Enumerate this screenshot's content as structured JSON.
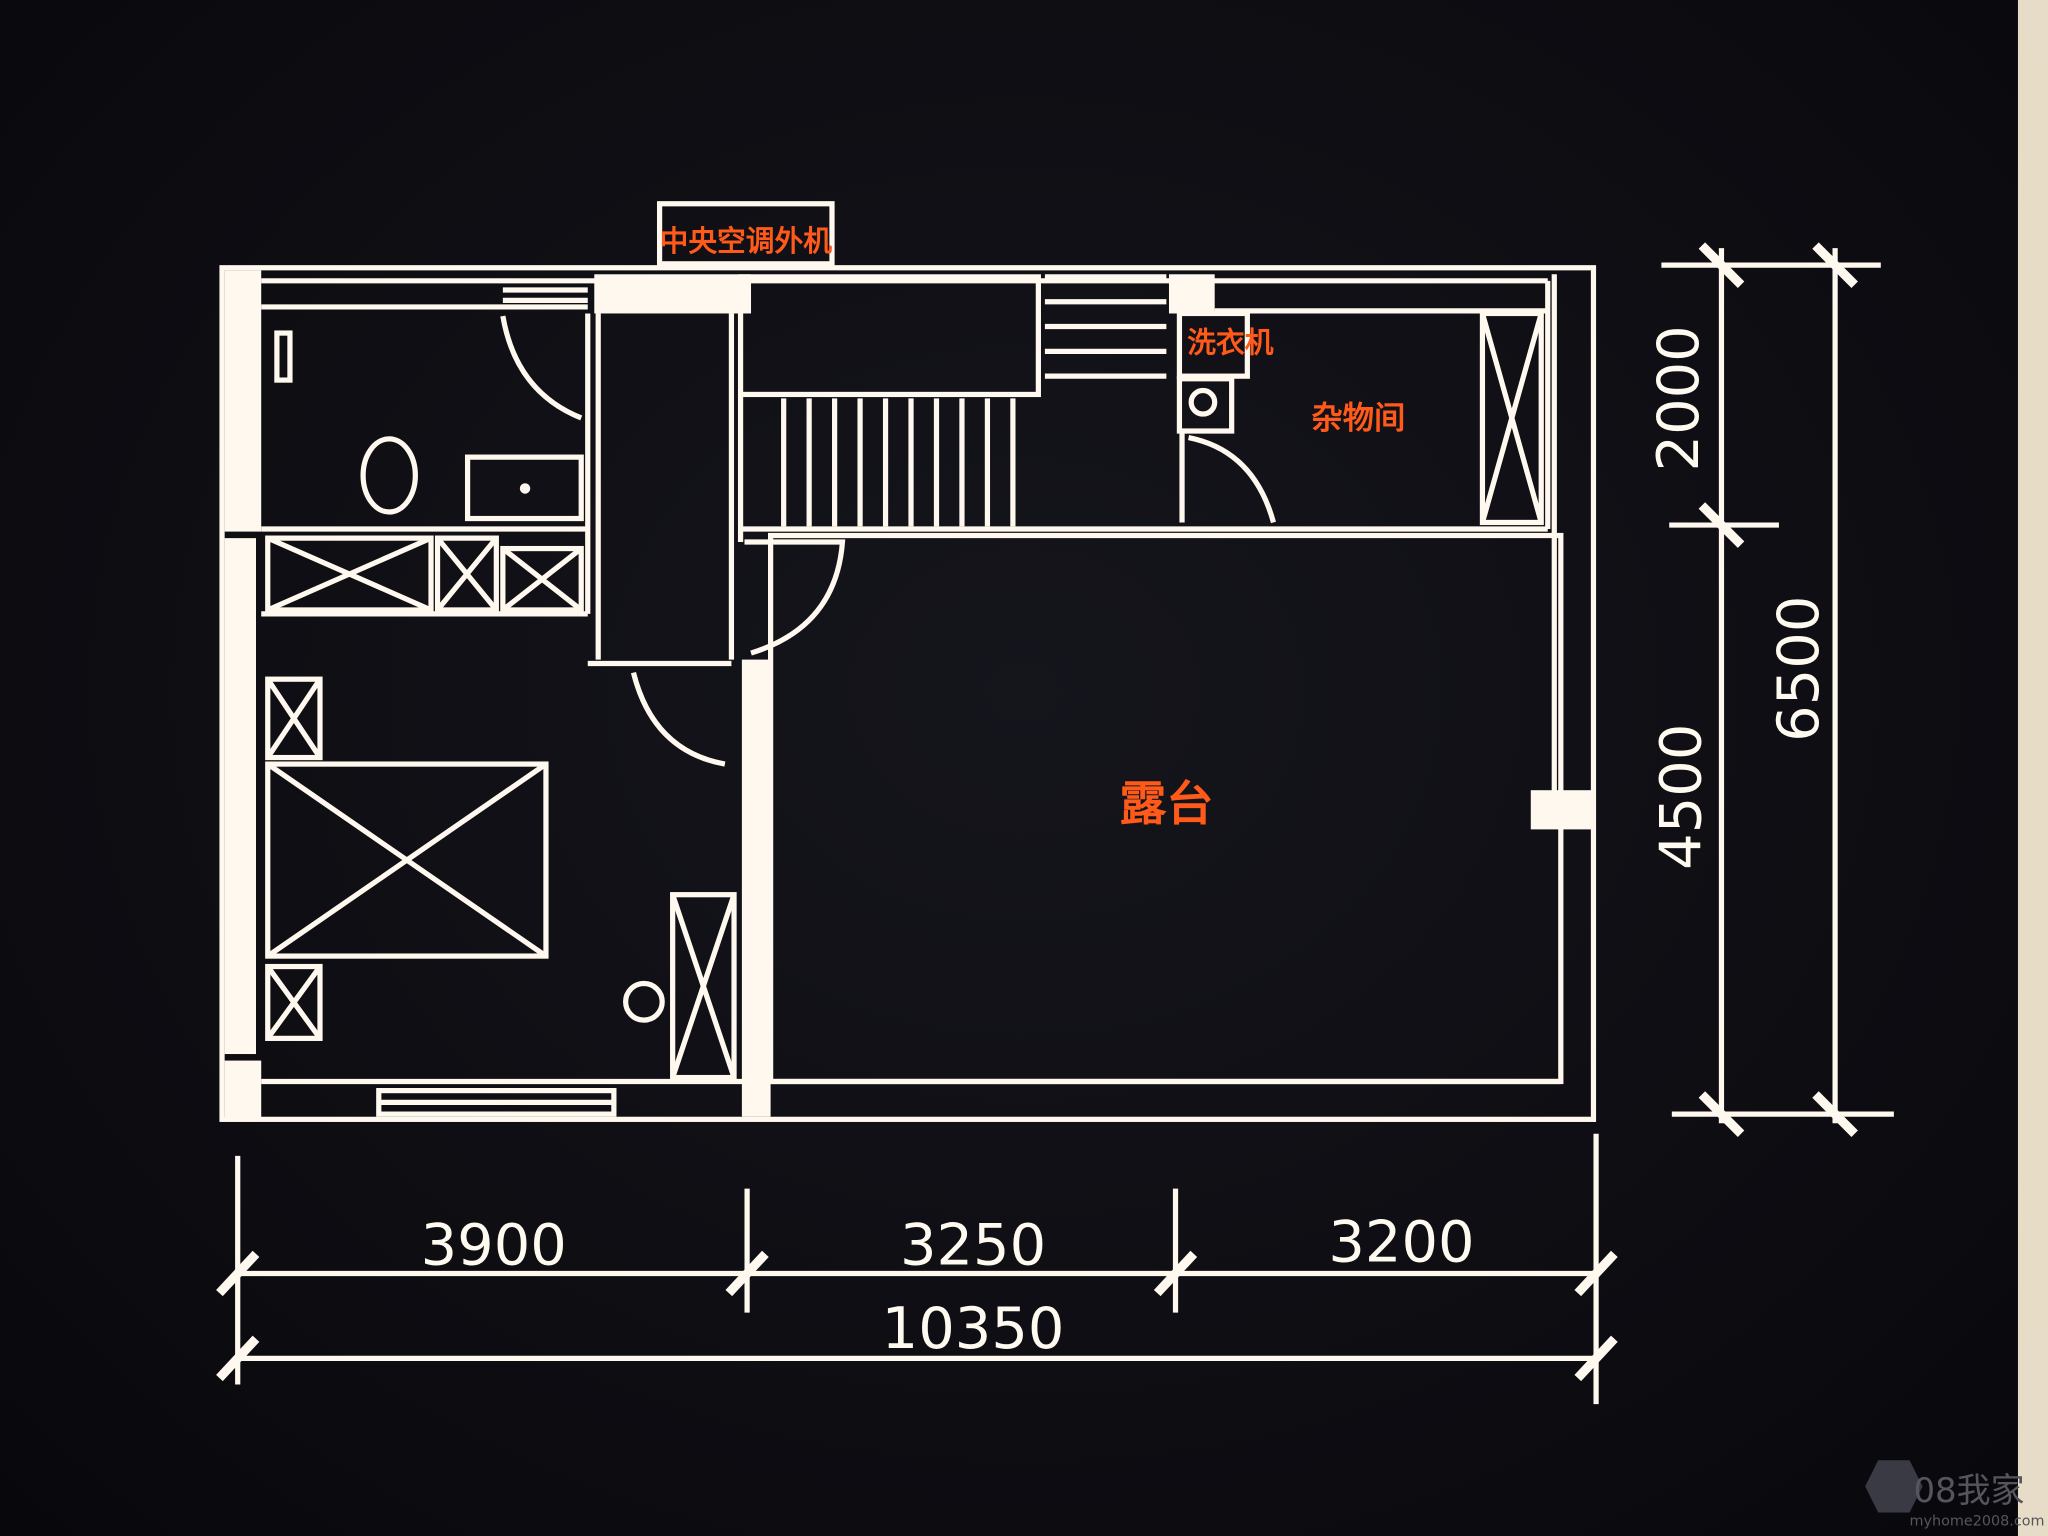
{
  "labels": {
    "ac_unit": "中央空调外机",
    "washer": "洗衣机",
    "storage": "杂物间",
    "terrace": "露台"
  },
  "dimensions": {
    "bottom": [
      "3900",
      "3250",
      "3200"
    ],
    "bottom_total": "10350",
    "right": [
      "2000",
      "4500"
    ],
    "right_total": "6500"
  },
  "watermark": {
    "brand": "08我家",
    "site": "myhome2008.com"
  },
  "colors": {
    "lines": "#fff8ee",
    "labels": "#ff5a1a",
    "background": "#0d0d12"
  }
}
